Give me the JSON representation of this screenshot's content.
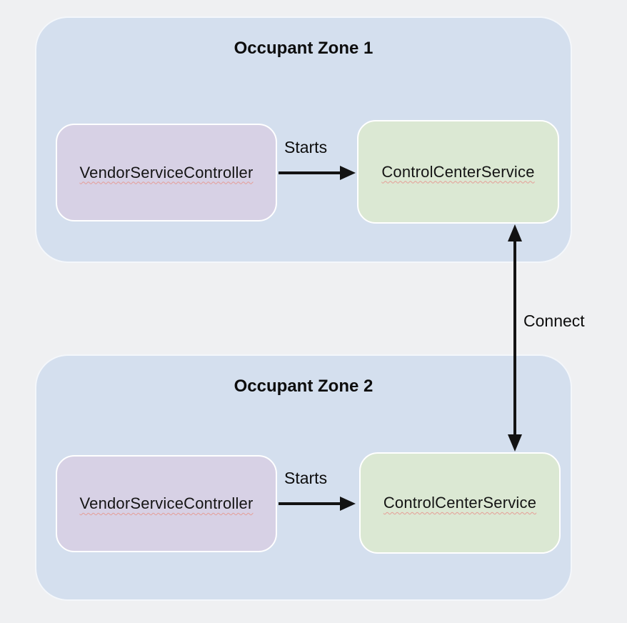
{
  "zones": [
    {
      "title": "Occupant Zone 1",
      "nodes": [
        {
          "label": "VendorServiceController"
        },
        {
          "label": "ControlCenterService"
        }
      ],
      "edge_label": "Starts"
    },
    {
      "title": "Occupant Zone 2",
      "nodes": [
        {
          "label": "VendorServiceController"
        },
        {
          "label": "ControlCenterService"
        }
      ],
      "edge_label": "Starts"
    }
  ],
  "connect_edge": {
    "label": "Connect"
  },
  "colors": {
    "background": "#eff0f2",
    "zone_fill": "#d4dfee",
    "vendor_fill": "#d7d1e5",
    "control_fill": "#dbe8d3",
    "node_border": "#ffffff",
    "arrow": "#131313",
    "text": "#0d0d0d",
    "spellcheck": "#e59d96"
  }
}
